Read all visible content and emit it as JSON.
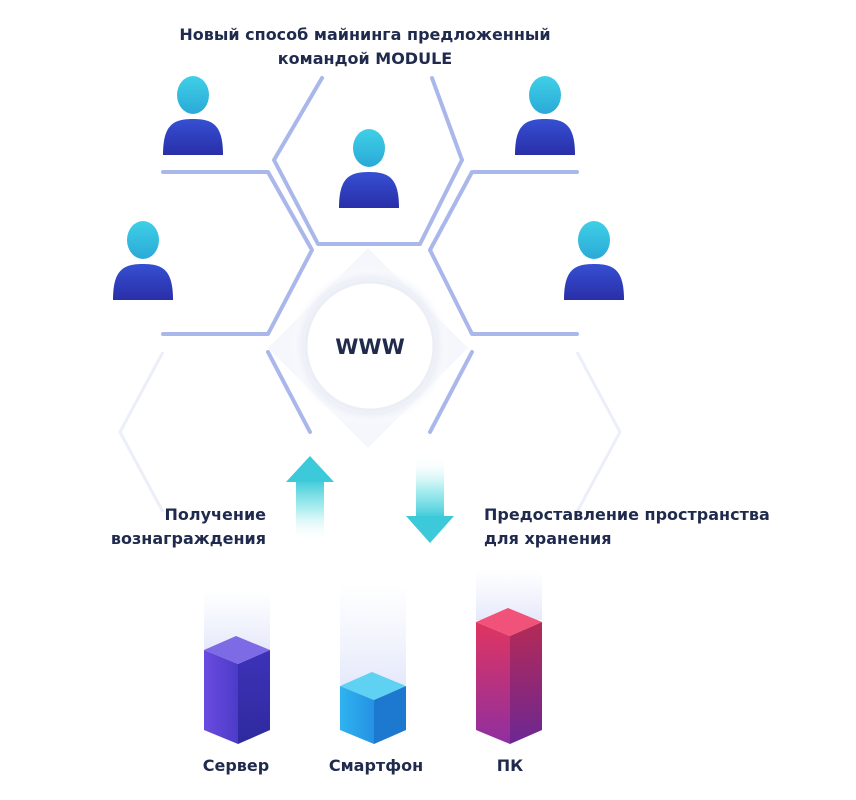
{
  "title": {
    "line1": "Новый способ майнинга предложенный",
    "line2": "командой MODULE"
  },
  "center": {
    "label": "WWW"
  },
  "captions": {
    "reward": {
      "line1": "Получение",
      "line2": "вознаграждения"
    },
    "storage": {
      "line1": "Предоставление пространства",
      "line2": "для хранения"
    }
  },
  "devices": [
    {
      "label": "Сервер"
    },
    {
      "label": "Смартфон"
    },
    {
      "label": "ПК"
    }
  ],
  "colors": {
    "hex_line": "#a9b7ea",
    "user_head_top": "#35c4dd",
    "user_body_top": "#3a4fd0",
    "text": "#1f2a4d",
    "arrow": "#4fd2dc",
    "server": "#5a46d8",
    "phone": "#27a8ec",
    "pc": "#d8335f"
  },
  "icons": [
    "user-icon",
    "arrow-up-icon",
    "arrow-down-icon"
  ]
}
